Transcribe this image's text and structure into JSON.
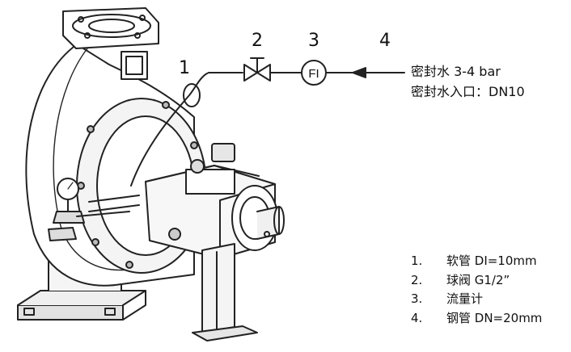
{
  "callouts": [
    "1",
    "2",
    "3",
    "4"
  ],
  "flow_meter_tag": "FI",
  "seal_water": {
    "pressure": "密封水 3-4 bar",
    "inlet": "密封水入口：DN10"
  },
  "legend": [
    {
      "num": "1.",
      "text": "软管 DI=10mm"
    },
    {
      "num": "2.",
      "text": "球阀 G1/2”"
    },
    {
      "num": "3.",
      "text": "流量计"
    },
    {
      "num": "4.",
      "text": "钢管 DN=20mm"
    }
  ]
}
